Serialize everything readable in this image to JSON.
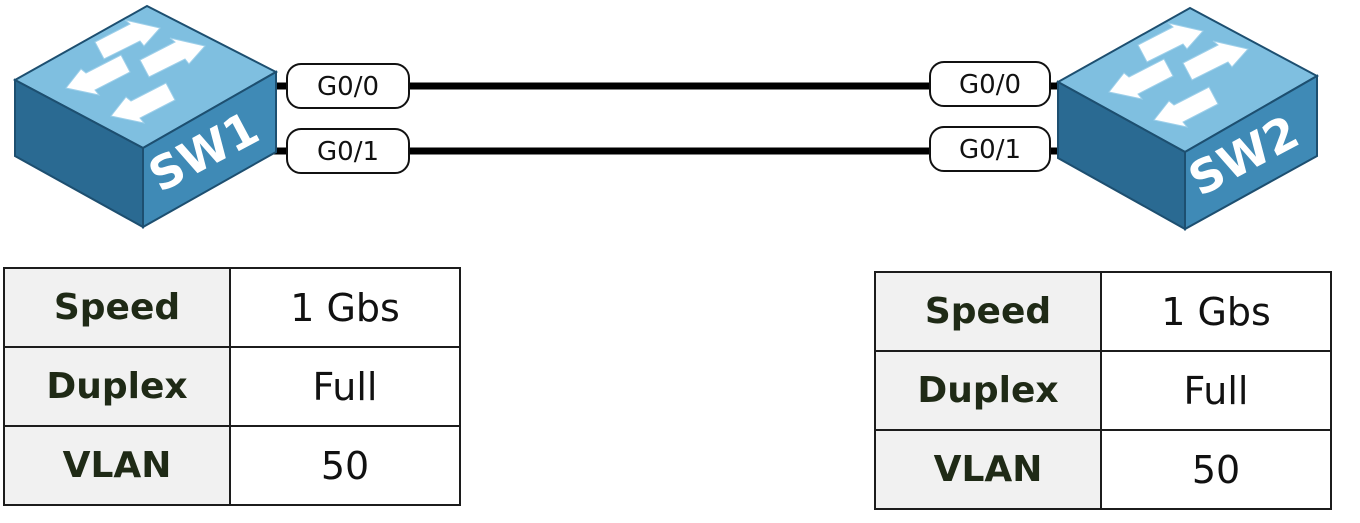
{
  "colors": {
    "switch_top": "#7fbfe0",
    "switch_front": "#3f8ab6",
    "switch_side": "#2a6a92",
    "switch_edge": "#1d4f70",
    "cable": "#000000",
    "table_key_bg": "#f1f1f1",
    "table_border": "#1c1c1c",
    "table_key_text": "#1f2a16"
  },
  "switches": [
    {
      "name": "SW1",
      "icon": "switch-icon",
      "ports": [
        "G0/0",
        "G0/1"
      ]
    },
    {
      "name": "SW2",
      "icon": "switch-icon",
      "ports": [
        "G0/0",
        "G0/1"
      ]
    }
  ],
  "links": [
    {
      "from": "SW1 G0/0",
      "to": "SW2 G0/0"
    },
    {
      "from": "SW1 G0/1",
      "to": "SW2 G0/1"
    }
  ],
  "tables": {
    "sw1": [
      {
        "key": "Speed",
        "value": "1 Gbs"
      },
      {
        "key": "Duplex",
        "value": "Full"
      },
      {
        "key": "VLAN",
        "value": "50"
      }
    ],
    "sw2": [
      {
        "key": "Speed",
        "value": "1 Gbs"
      },
      {
        "key": "Duplex",
        "value": "Full"
      },
      {
        "key": "VLAN",
        "value": "50"
      }
    ]
  }
}
